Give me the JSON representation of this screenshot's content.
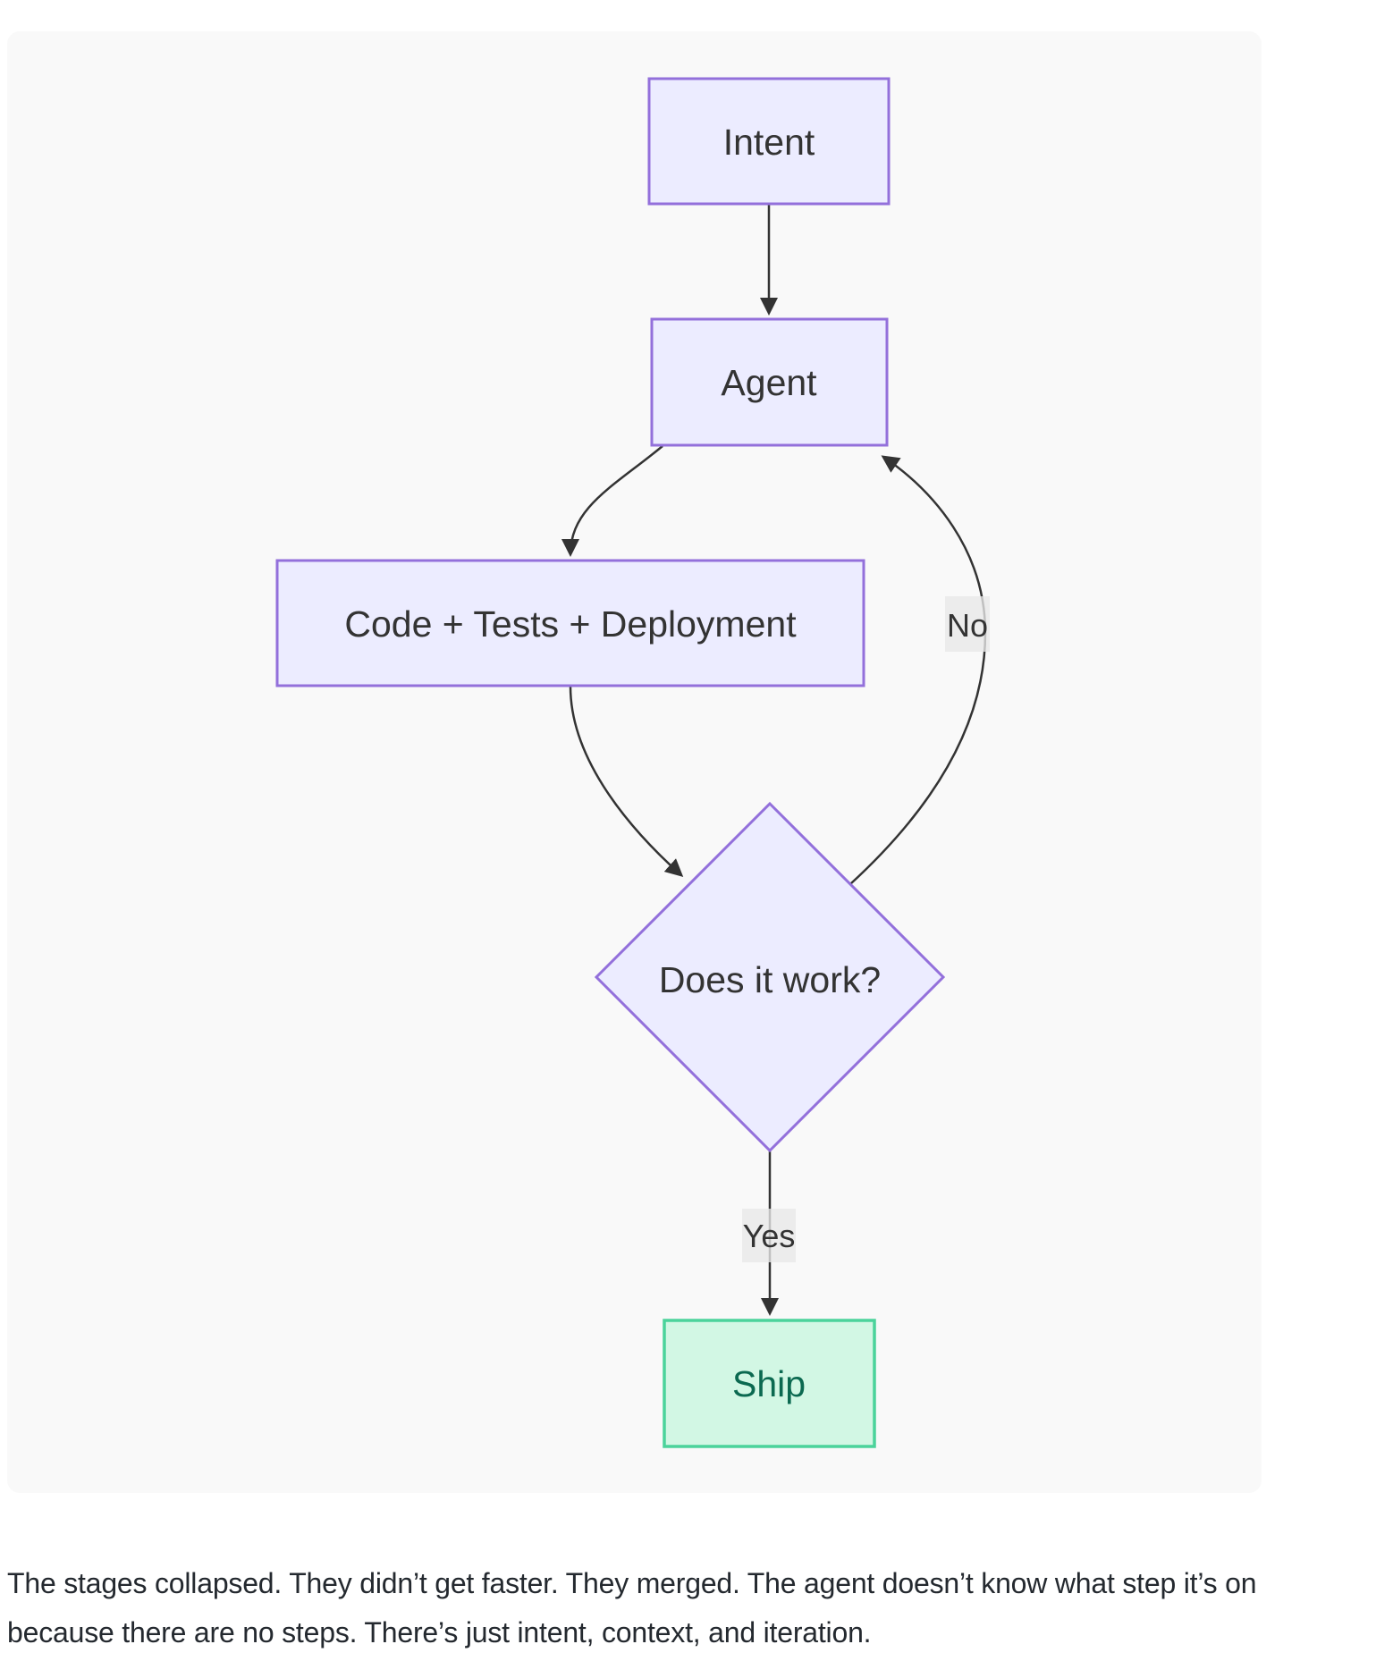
{
  "diagram": {
    "nodes": {
      "intent": {
        "label": "Intent"
      },
      "agent": {
        "label": "Agent"
      },
      "code": {
        "label": "Code + Tests + Deployment"
      },
      "decision": {
        "label": "Does it work?"
      },
      "ship": {
        "label": "Ship"
      }
    },
    "edge_labels": {
      "no": "No",
      "yes": "Yes"
    },
    "colors": {
      "node_fill": "#ECECFF",
      "node_border": "#9370DB",
      "node_text": "#333333",
      "ship_fill": "#D2F7E4",
      "ship_border": "#4BD39B",
      "ship_text": "#0B6950",
      "edge_stroke": "#333333",
      "edge_label_bg": "#E8E8E8",
      "canvas_bg": "#F9F9F9"
    }
  },
  "caption": {
    "lines": [
      "The stages collapsed. They didn’t get faster. They merged. The agent doesn’t know what step it’s on",
      "because there are no steps. There’s just intent, context, and iteration."
    ],
    "full_text": "The stages collapsed. They didn’t get faster. They merged. The agent doesn’t know what step it’s on because there are no steps. There’s just intent, context, and iteration."
  }
}
